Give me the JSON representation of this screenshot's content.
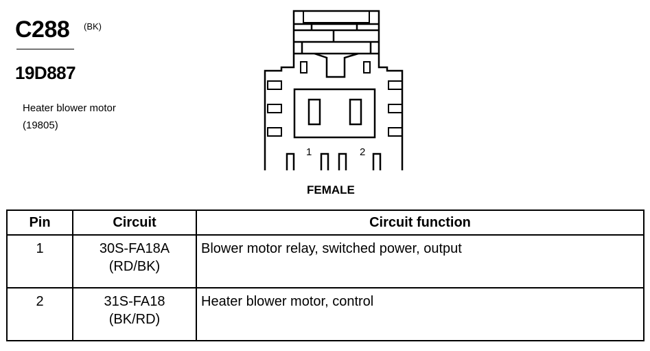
{
  "connector": {
    "id": "C288",
    "color": "(BK)",
    "part_number": "19D887",
    "description": "Heater blower motor",
    "description_code": "(19805)"
  },
  "diagram": {
    "view_label": "FEMALE",
    "pin_labels": [
      "1",
      "2"
    ]
  },
  "table": {
    "headers": [
      "Pin",
      "Circuit",
      "Circuit function"
    ],
    "rows": [
      {
        "pin": "1",
        "circuit": "30S-FA18A",
        "color": "(RD/BK)",
        "function": "Blower motor relay, switched power, output"
      },
      {
        "pin": "2",
        "circuit": "31S-FA18",
        "color": "(BK/RD)",
        "function": "Heater blower motor, control"
      }
    ]
  }
}
